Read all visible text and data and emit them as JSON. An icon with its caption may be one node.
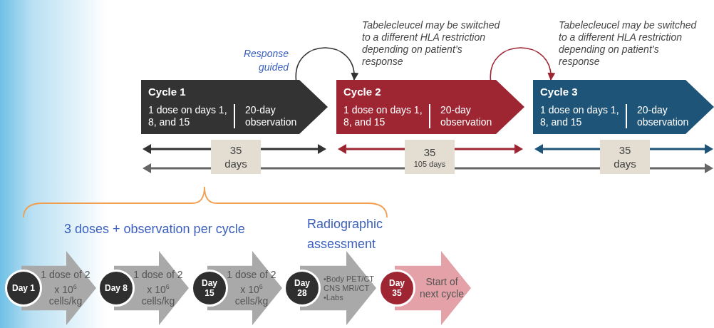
{
  "diagram": {
    "nodes": [
      {
        "text": [
          "Cycle 1",
          "1 dose on days 1, 8, and 15",
          "20-day observation"
        ]
      },
      {
        "text": [
          "Cycle 2",
          "1 dose on days 1, 8, and 15",
          "20-day observation"
        ]
      },
      {
        "text": [
          "Cycle 3",
          "1 dose on days 1, 8, and 15",
          "20-day observation"
        ]
      },
      {
        "text": [
          "1 dose of 2 x 10$^{6}$ cells/kg"
        ]
      },
      {
        "text": [
          "Day 1"
        ],
        "in": 3
      },
      {
        "text": [
          "1 dose of 2 x 10$^{6}$ cells/kg"
        ]
      },
      {
        "text": [
          "Day 8"
        ],
        "in": 5
      },
      {
        "text": [
          "1 dose of 2 x 10$^{6}$ cells/kg"
        ]
      },
      {
        "text": [
          "Day 15"
        ],
        "in": 7
      },
      {
        "text": [
          "•Body PET/CT CNS MRI/CT",
          "•Labs"
        ]
      },
      {
        "text": [
          "Day 28"
        ],
        "in": 9
      },
      {
        "text": [
          "Start of next cycle"
        ]
      },
      {
        "text": [
          "Day 35"
        ],
        "in": 11
      }
    ],
    "edges": [
      {
        "from": 0,
        "to": 1,
        "arrow": "to",
        "label": "Response guided",
        "color": "#333333"
      },
      {
        "from": 1,
        "to": 2,
        "arrow": "to",
        "color": "#9e2632"
      }
    ],
    "labels": [
      "Tabelecleucel may be switched to a different HLA restriction depending on patient’s response",
      "Tabelecleucel may be switched to a different HLA restriction depending on patient’s response",
      "35 days",
      "35",
      "105 days",
      "35 days",
      "3 doses + observation per cycle",
      "Radiographic assessment"
    ]
  }
}
